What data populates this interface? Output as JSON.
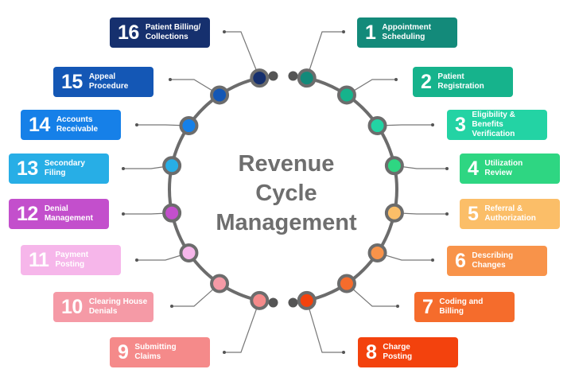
{
  "title": "Revenue\nCycle\nManagement",
  "steps": [
    {
      "num": "1",
      "label": "Appointment\nScheduling",
      "color": "#138a7a"
    },
    {
      "num": "2",
      "label": "Patient\nRegistration",
      "color": "#16b38c"
    },
    {
      "num": "3",
      "label": "Eligibility & Benefits\nVerification",
      "color": "#23d3a4"
    },
    {
      "num": "4",
      "label": "Utilization\nReview",
      "color": "#2ed682"
    },
    {
      "num": "5",
      "label": "Referral &\nAuthorization",
      "color": "#fbbe68"
    },
    {
      "num": "6",
      "label": "Describing\nChanges",
      "color": "#f8934a"
    },
    {
      "num": "7",
      "label": "Coding and\nBilling",
      "color": "#f56c2c"
    },
    {
      "num": "8",
      "label": "Charge\nPosting",
      "color": "#f3420d"
    },
    {
      "num": "9",
      "label": "Submitting\nClaims",
      "color": "#f58a8a"
    },
    {
      "num": "10",
      "label": "Clearing House\nDenials",
      "color": "#f59aa6"
    },
    {
      "num": "11",
      "label": "Payment\nPosting",
      "color": "#f6b6ea"
    },
    {
      "num": "12",
      "label": "Denial\nManagement",
      "color": "#c34fcc"
    },
    {
      "num": "13",
      "label": "Secondary\nFiling",
      "color": "#27aee6"
    },
    {
      "num": "14",
      "label": "Accounts\nReceivable",
      "color": "#1680e8"
    },
    {
      "num": "15",
      "label": "Appeal\nProcedure",
      "color": "#1457b5"
    },
    {
      "num": "16",
      "label": "Patient Billing/\nCollections",
      "color": "#16306e"
    }
  ]
}
